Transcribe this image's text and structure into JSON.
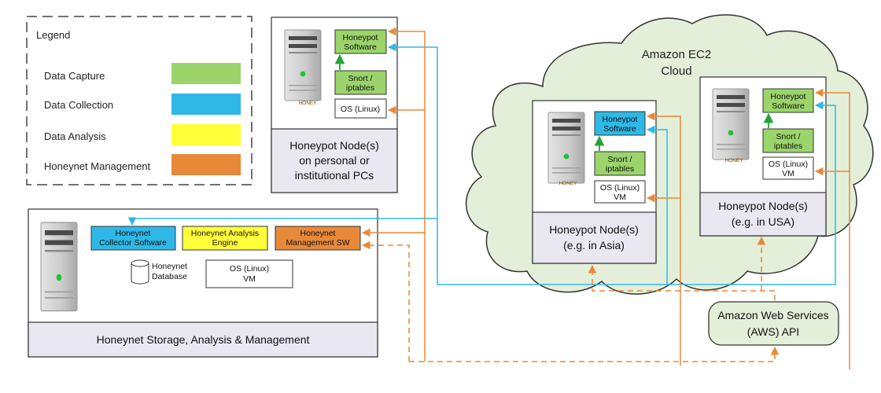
{
  "legend": {
    "title": "Legend",
    "items": [
      {
        "label": "Data Capture",
        "color": "#9BD46A"
      },
      {
        "label": "Data Collection",
        "color": "#2FB8E6"
      },
      {
        "label": "Data Analysis",
        "color": "#FFFF3A"
      },
      {
        "label": "Honeynet Management",
        "color": "#E8893A"
      }
    ]
  },
  "colors": {
    "capture": "#9BD46A",
    "collection": "#2FB8E6",
    "analysis": "#FFFF3A",
    "management": "#E8893A",
    "cloud_fill": "#E3EFD8",
    "server_fill": "#CFCFCF"
  },
  "cloud": {
    "title_line1": "Amazon EC2",
    "title_line2": "Cloud"
  },
  "personal_node": {
    "honeypot_sw": [
      "Honeypot",
      "Software"
    ],
    "snort": [
      "Snort /",
      "iptables"
    ],
    "os": "OS (Linux)",
    "honey_label": "HONEY",
    "caption": [
      "Honeypot Node(s)",
      "on personal or",
      "institutional PCs"
    ]
  },
  "asia_node": {
    "honeypot_sw": [
      "Honeypot",
      "Software"
    ],
    "snort": [
      "Snort /",
      "iptables"
    ],
    "os": [
      "OS (Linux)",
      "VM"
    ],
    "honey_label": "HONEY",
    "caption": [
      "Honeypot Node(s)",
      "(e.g. in Asia)"
    ]
  },
  "usa_node": {
    "honeypot_sw": [
      "Honeypot",
      "Software"
    ],
    "snort": [
      "Snort /",
      "iptables"
    ],
    "os": [
      "OS (Linux)",
      "VM"
    ],
    "honey_label": "HONEY",
    "caption": [
      "Honeypot Node(s)",
      "(e.g. in USA)"
    ]
  },
  "storage": {
    "collector": [
      "Honeynet",
      "Collector Software"
    ],
    "analysis": [
      "Honeynet Analysis",
      "Engine"
    ],
    "management": [
      "Honeynet",
      "Management SW"
    ],
    "database": [
      "Honeynet",
      "Database"
    ],
    "os": [
      "OS (Linux)",
      "VM"
    ],
    "caption": "Honeynet Storage, Analysis & Management"
  },
  "aws": {
    "line1": "Amazon Web Services",
    "line2": "(AWS) API"
  },
  "icons": [
    "server-icon",
    "honey-pot-icon",
    "database-icon",
    "cloud-icon"
  ]
}
